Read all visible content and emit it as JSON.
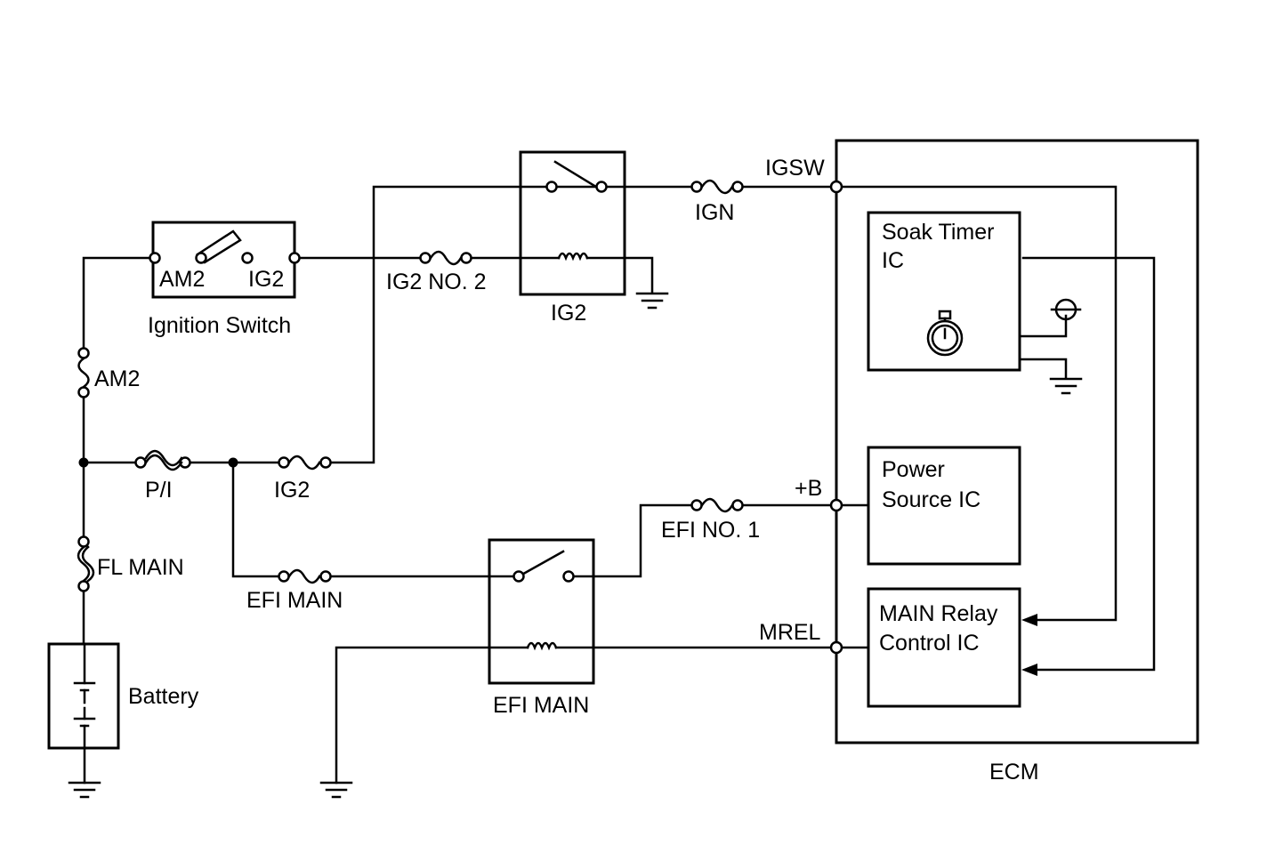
{
  "diagram": {
    "labels": {
      "igsw": "IGSW",
      "ign_fuse": "IGN",
      "soak_timer": [
        "Soak Timer",
        "IC"
      ],
      "am2_switch_terminal": "AM2",
      "ig2_switch_terminal": "IG2",
      "ignition_switch": "Ignition Switch",
      "ig2_no2_fuse": "IG2 NO. 2",
      "ig2_relay": "IG2",
      "am2_fuse": "AM2",
      "pi_fuse": "P/I",
      "ig2_fuse": "IG2",
      "power_source_ic": [
        "Power",
        "Source IC"
      ],
      "plus_b": "+B",
      "efi_no1_fuse": "EFI NO. 1",
      "fl_main": "FL MAIN",
      "efi_main_fuse": "EFI MAIN",
      "main_relay_ic": [
        "MAIN Relay",
        "Control IC"
      ],
      "mrel": "MREL",
      "battery": "Battery",
      "efi_main_relay": "EFI MAIN",
      "ecm": "ECM"
    }
  }
}
